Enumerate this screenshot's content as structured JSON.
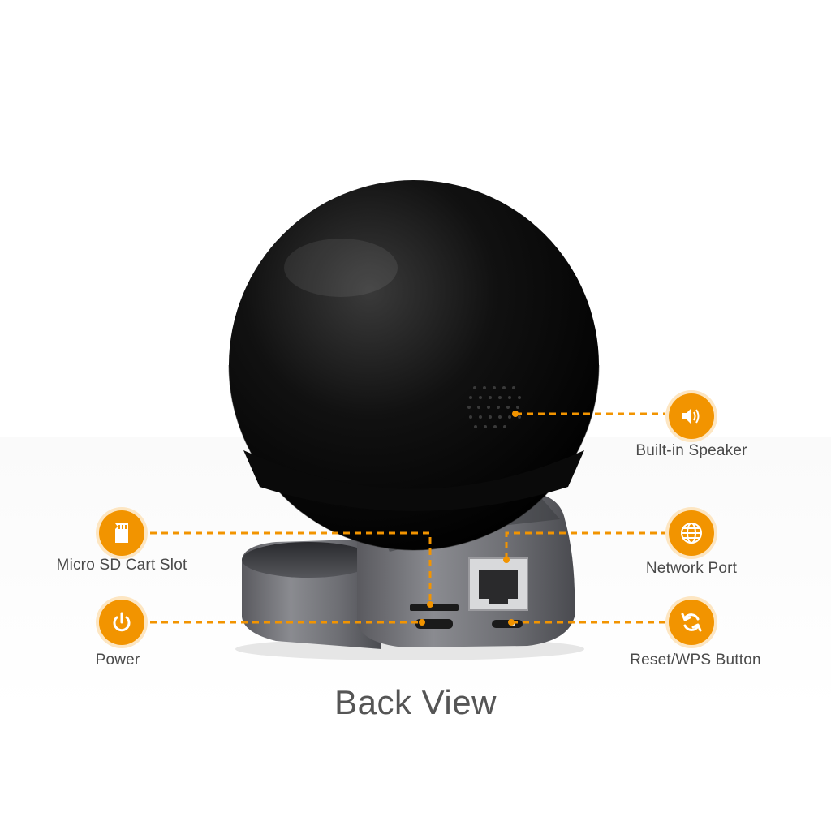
{
  "title": "Back View",
  "accent_color": "#f29400",
  "callouts": [
    {
      "id": "speaker",
      "label": "Built-in Speaker",
      "icon": "speaker-icon"
    },
    {
      "id": "sd",
      "label": "Micro SD Cart Slot",
      "icon": "sd-card-icon"
    },
    {
      "id": "network",
      "label": "Network Port",
      "icon": "globe-icon"
    },
    {
      "id": "power",
      "label": "Power",
      "icon": "power-icon"
    },
    {
      "id": "reset",
      "label": "Reset/WPS Button",
      "icon": "reset-icon"
    }
  ]
}
